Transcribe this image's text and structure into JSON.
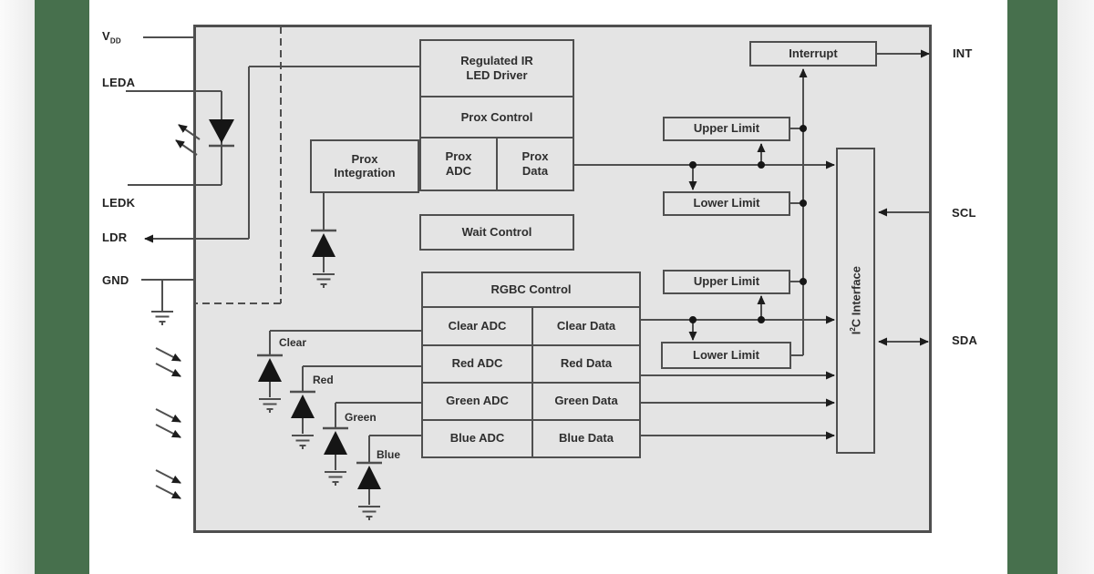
{
  "colors": {
    "band_green": "#47704d",
    "chip_fill": "#e4e4e4",
    "wire": "#4f4f4f",
    "text": "#2e2e2e"
  },
  "pins": {
    "vdd_main": "V",
    "vdd_sub": "DD",
    "leda": "LEDA",
    "ledk": "LEDK",
    "ldr": "LDR",
    "gnd": "GND",
    "int": "INT",
    "scl": "SCL",
    "sda": "SDA"
  },
  "blocks": {
    "regulated_line1": "Regulated IR",
    "regulated_line2": "LED Driver",
    "prox_control": "Prox Control",
    "prox_integration_line1": "Prox",
    "prox_integration_line2": "Integration",
    "prox_adc_line1": "Prox",
    "prox_adc_line2": "ADC",
    "prox_data_line1": "Prox",
    "prox_data_line2": "Data",
    "wait_control": "Wait Control",
    "rgbc_control": "RGBC Control",
    "clear_adc": "Clear ADC",
    "clear_data": "Clear Data",
    "red_adc": "Red ADC",
    "red_data": "Red Data",
    "green_adc": "Green ADC",
    "green_data": "Green Data",
    "blue_adc": "Blue ADC",
    "blue_data": "Blue Data",
    "interrupt": "Interrupt",
    "upper_limit_prox": "Upper Limit",
    "lower_limit_prox": "Lower Limit",
    "upper_limit_rgbc": "Upper Limit",
    "lower_limit_rgbc": "Lower Limit",
    "i2c_pre": "I",
    "i2c_sup": "2",
    "i2c_post": "C Interface"
  },
  "photodiodes": {
    "clear": "Clear",
    "red": "Red",
    "green": "Green",
    "blue": "Blue"
  }
}
